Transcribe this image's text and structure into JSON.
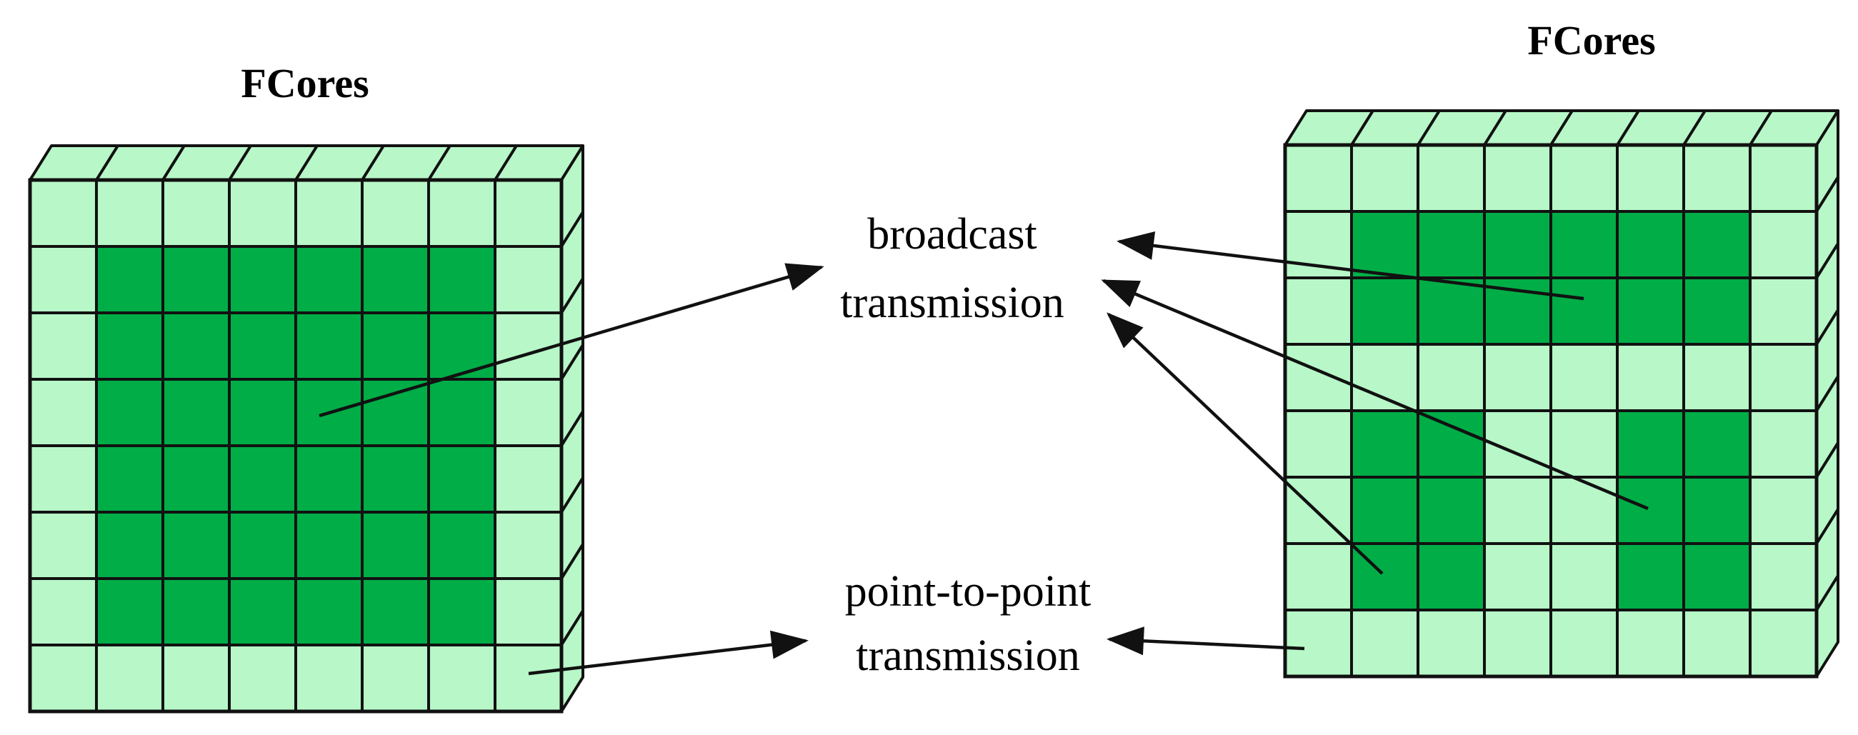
{
  "grids": [
    {
      "id": "left",
      "title": "FCores",
      "rows": 8,
      "cols": 8,
      "cell_states": [
        "00000000",
        "01111110",
        "01111110",
        "01111110",
        "01111110",
        "01111110",
        "01111110",
        "00000000"
      ]
    },
    {
      "id": "right",
      "title": "FCores",
      "rows": 8,
      "cols": 8,
      "cell_states": [
        "00000000",
        "01111110",
        "01111110",
        "00000000",
        "01100110",
        "01100110",
        "01100110",
        "00000000"
      ]
    }
  ],
  "labels": {
    "broadcast": [
      "broadcast",
      "transmission"
    ],
    "p2p": [
      "point-to-point",
      "transmission"
    ]
  },
  "colors": {
    "light_cell": "#b7f7c8",
    "dark_cell": "#00ad47",
    "stroke": "#111111",
    "background": "#ffffff"
  }
}
